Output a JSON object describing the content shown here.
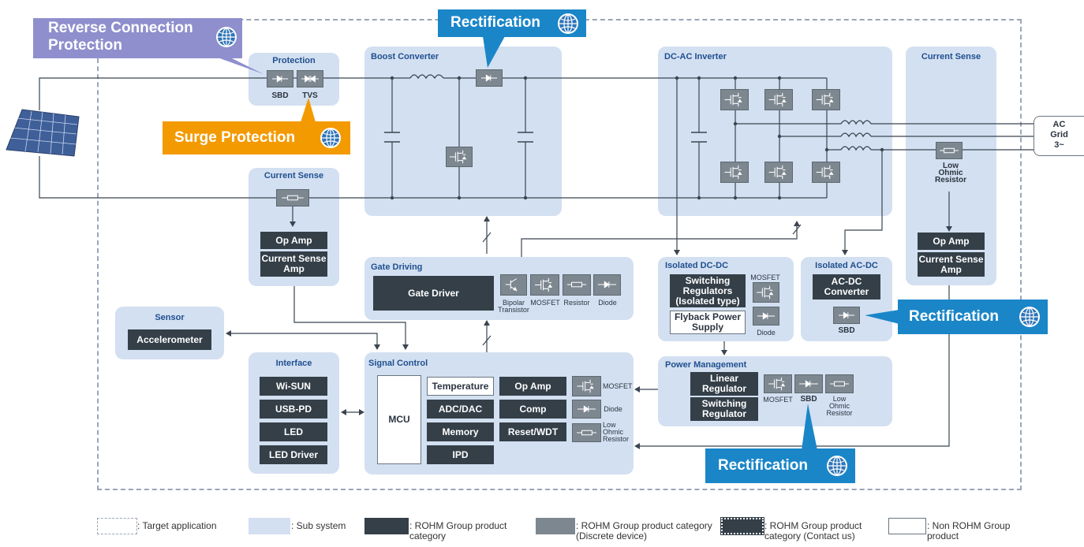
{
  "callouts": {
    "reverse": "Reverse Connection Protection",
    "rect_top": "Rectification",
    "surge": "Surge Protection",
    "rect_right": "Rectification",
    "rect_bottom": "Rectification"
  },
  "subsystems": {
    "protection": "Protection",
    "boost": "Boost Converter",
    "inverter": "DC-AC Inverter",
    "current_sense_right": "Current Sense",
    "current_sense_left": "Current Sense",
    "gate_driving": "Gate Driving",
    "iso_dcdc": "Isolated DC-DC",
    "iso_acdc": "Isolated AC-DC",
    "sensor": "Sensor",
    "interface": "Interface",
    "signal_control": "Signal Control",
    "power_mgmt": "Power Management"
  },
  "blocks": {
    "op_amp_left": "Op Amp",
    "csa_left": "Current Sense Amp",
    "op_amp_right": "Op Amp",
    "csa_right": "Current Sense Amp",
    "gate_driver": "Gate Driver",
    "switching_iso": "Switching Regulators (Isolated type)",
    "flyback": "Flyback Power Supply",
    "acdc_conv": "AC-DC Converter",
    "accelerometer": "Accelerometer",
    "wisun": "Wi-SUN",
    "usbpd": "USB-PD",
    "led": "LED",
    "led_driver": "LED Driver",
    "mcu": "MCU",
    "temperature": "Temperature",
    "adc": "ADC/DAC",
    "memory": "Memory",
    "ipd": "IPD",
    "op_amp_sc": "Op Amp",
    "comp": "Comp",
    "reset": "Reset/WDT",
    "linear": "Linear Regulator",
    "switching": "Switching Regulator"
  },
  "labels": {
    "sbd": "SBD",
    "tvs": "TVS",
    "low_ohmic_resistor": "Low Ohmic Resistor",
    "bipolar": "Bipolar Transistor",
    "mosfet": "MOSFET",
    "resistor": "Resistor",
    "diode": "Diode",
    "ac_grid_1": "AC",
    "ac_grid_2": "Grid",
    "ac_grid_3": "3~"
  },
  "legend": {
    "target": ": Target application",
    "sub": ": Sub system",
    "rohm": ": ROHM Group product category",
    "rohm_discrete": ": ROHM Group product category (Discrete device)",
    "rohm_contact": ": ROHM Group product category (Contact us)",
    "non_rohm": ": Non ROHM Group product"
  },
  "colors": {
    "subsystem": "#d3e0f1",
    "product": "#343f48",
    "discrete": "#7d8790",
    "callout_blue": "#1a86c8",
    "callout_orange": "#f39a00",
    "callout_purple": "#8f8fce"
  },
  "icons": [
    "globe-icon",
    "solar-panel-icon",
    "diode-icon",
    "tvs-icon",
    "mosfet-icon",
    "resistor-icon",
    "bipolar-transistor-icon",
    "inductor-icon",
    "capacitor-icon"
  ]
}
